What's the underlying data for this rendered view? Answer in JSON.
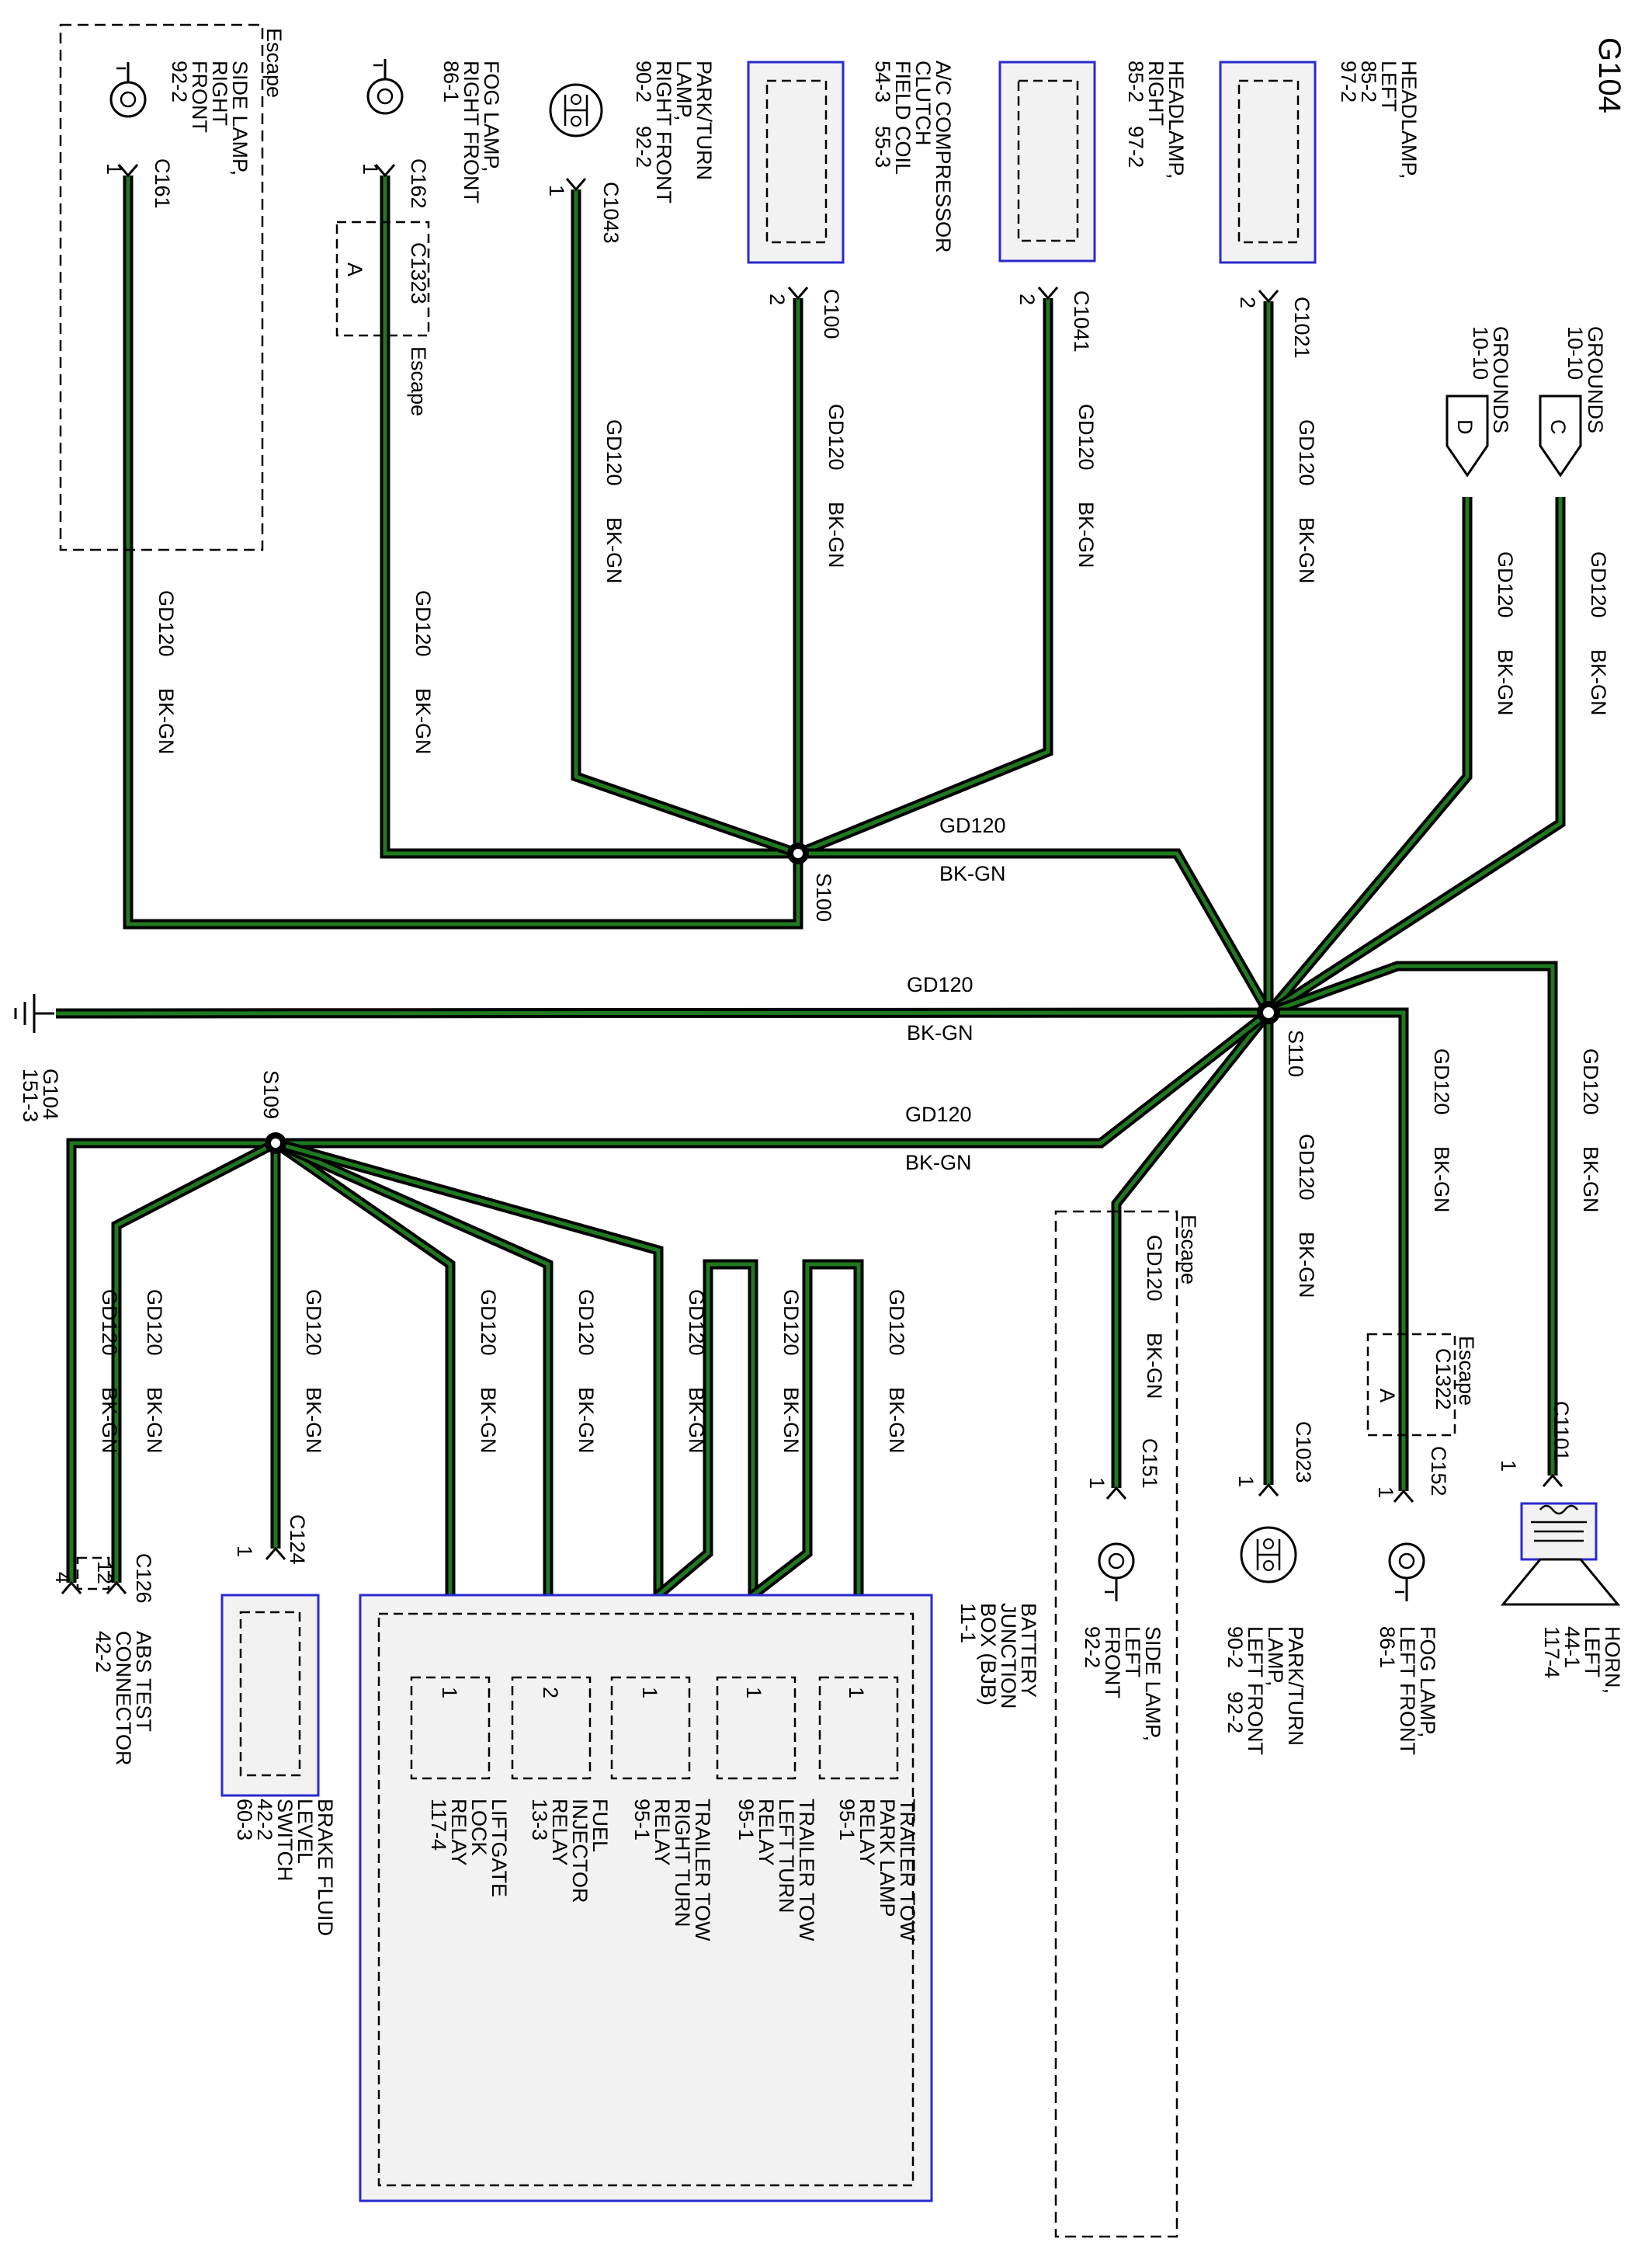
{
  "title": "G104",
  "wire": {
    "code": "GD120",
    "color": "BK-GN",
    "outer_color": "#000000",
    "inner_color": "#1f7a1f"
  },
  "colors": {
    "box_border": "#2a2ad0",
    "box_fill": "#f2f2f2",
    "wire_green": "#1f7a1f"
  },
  "splices": {
    "s100": "S100",
    "s110": "S110",
    "s109": "S109"
  },
  "scope": {
    "escape": "Escape"
  },
  "components": {
    "side_lamp_rf": {
      "lines": [
        "SIDE LAMP,",
        "RIGHT",
        "FRONT",
        "92-2"
      ],
      "connector": "C161",
      "pin": "1"
    },
    "fog_lamp_rf": {
      "lines": [
        "FOG LAMP,",
        "RIGHT FRONT",
        "86-1"
      ],
      "connector": "C162",
      "pin": "1"
    },
    "inline_c1323": {
      "connector": "C1323",
      "pin": "A"
    },
    "park_turn_rf": {
      "lines": [
        "PARK/TURN",
        "LAMP,",
        "RIGHT FRONT",
        "90-2    92-2"
      ],
      "connector": "C1043",
      "pin": "1"
    },
    "ac_clutch": {
      "lines": [
        "A/C COMPRESSOR",
        "CLUTCH",
        "FIELD COIL",
        "54-3    55-3"
      ],
      "connector": "C100",
      "pin": "2"
    },
    "headlamp_r": {
      "lines": [
        "HEADLAMP,",
        "RIGHT",
        "85-2    97-2"
      ],
      "connector": "C1041",
      "pin": "2"
    },
    "headlamp_l": {
      "lines": [
        "HEADLAMP,",
        "LEFT",
        "85-2",
        "97-2"
      ],
      "connector": "C1021",
      "pin": "2"
    },
    "grounds_c": {
      "lines": [
        "GROUNDS",
        "10-10"
      ],
      "letter": "C"
    },
    "grounds_d": {
      "lines": [
        "GROUNDS",
        "10-10"
      ],
      "letter": "D"
    },
    "ground_g104": {
      "lines": [
        "G104",
        "151-3"
      ]
    },
    "horn_l": {
      "lines": [
        "HORN,",
        "LEFT",
        "44-1",
        "117-4"
      ],
      "connector": "C1101",
      "pin": "1"
    },
    "fog_lamp_lf": {
      "lines": [
        "FOG LAMP,",
        "LEFT FRONT",
        "86-1"
      ],
      "connector": "C152",
      "pin": "1"
    },
    "inline_c1322": {
      "connector": "C1322",
      "pin": "A"
    },
    "park_turn_lf": {
      "lines": [
        "PARK/TURN",
        "LAMP,",
        "LEFT FRONT",
        "90-2    92-2"
      ],
      "connector": "C1023",
      "pin": "1"
    },
    "side_lamp_lf": {
      "lines": [
        "SIDE LAMP,",
        "LEFT",
        "FRONT",
        "92-2"
      ],
      "connector": "C151",
      "pin": "1"
    },
    "bjb": {
      "lines": [
        "BATTERY",
        "JUNCTION",
        "BOX (BJB)",
        "11-1"
      ]
    },
    "relay_park": {
      "lines": [
        "TRAILER TOW",
        "PARK LAMP",
        "RELAY",
        "95-1"
      ],
      "pin": "1"
    },
    "relay_left": {
      "lines": [
        "TRAILER TOW",
        "LEFT TURN",
        "RELAY",
        "95-1"
      ],
      "pin": "1"
    },
    "relay_right": {
      "lines": [
        "TRAILER TOW",
        "RIGHT TURN",
        "RELAY",
        "95-1"
      ],
      "pin": "1"
    },
    "relay_fuel": {
      "lines": [
        "FUEL",
        "INJECTOR",
        "RELAY",
        "13-3"
      ],
      "pin": "2"
    },
    "relay_liftgate": {
      "lines": [
        "LIFTGATE",
        "LOCK",
        "RELAY",
        "117-4"
      ],
      "pin": "1"
    },
    "brake_fluid": {
      "lines": [
        "BRAKE FLUID",
        "LEVEL",
        "SWITCH",
        "42-2",
        "60-3"
      ],
      "connector": "C124",
      "pin": "1"
    },
    "abs_test": {
      "lines": [
        "ABS TEST",
        "CONNECTOR",
        "42-2"
      ],
      "connector": "C126",
      "pin_a": "12",
      "pin_b": "4"
    }
  }
}
